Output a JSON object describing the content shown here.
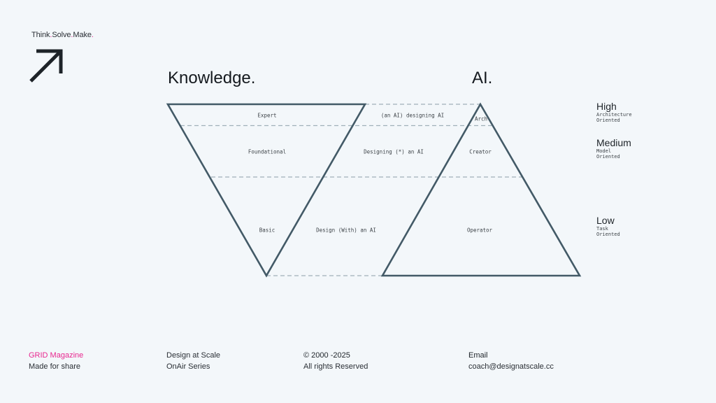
{
  "brand": {
    "parts": [
      "Think",
      "Solve",
      "Make"
    ],
    "separator": ".",
    "accent_color": "#e8278f"
  },
  "logo": {
    "icon": "arrow-up-right-icon"
  },
  "titles": {
    "knowledge": "Knowledge.",
    "ai": "AI."
  },
  "knowledge_pyramid": {
    "levels": [
      "Expert",
      "Foundational",
      "Basic"
    ]
  },
  "ai_pyramid": {
    "levels": [
      "Arch",
      "Creator",
      "Operator"
    ]
  },
  "relations": [
    "(an AI) designing AI",
    "Designing (*) an AI",
    "Design (With) an AI"
  ],
  "levels": [
    {
      "name": "High",
      "sub1": "Architecture",
      "sub2": "Oriented"
    },
    {
      "name": "Medium",
      "sub1": "Model",
      "sub2": "Oriented"
    },
    {
      "name": "Low",
      "sub1": "Task",
      "sub2": "Oriented"
    }
  ],
  "colors": {
    "background": "#f3f7fa",
    "stroke": "#435a67",
    "dashed": "#a0b0b9",
    "accent": "#e8278f"
  },
  "footer": {
    "col1": {
      "line1": "GRID Magazine",
      "line2": "Made for share"
    },
    "col2": {
      "line1": "Design at Scale",
      "line2": "OnAir Series"
    },
    "col3": {
      "line1": "© 2000 -2025",
      "line2": "All rights Reserved"
    },
    "col4": {
      "line1": "Email",
      "line2": "coach@designatscale.cc"
    }
  }
}
